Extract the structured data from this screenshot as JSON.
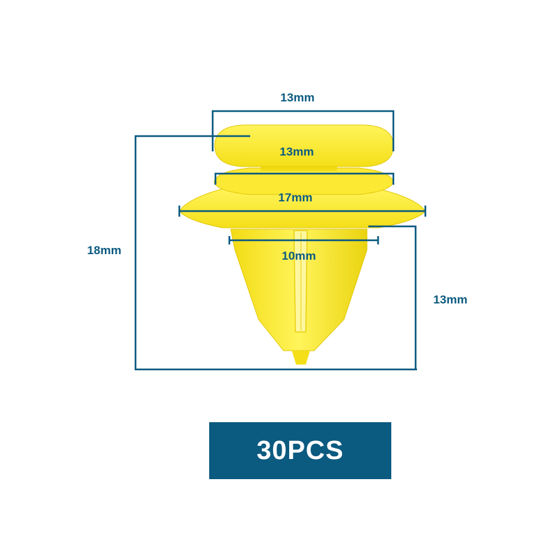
{
  "colors": {
    "accent": "#0b5a80",
    "dimension_line": "#0b5a80",
    "part_light": "#fff34d",
    "part_mid": "#f7e21b",
    "part_dark": "#e3c80c",
    "badge_text": "#ffffff"
  },
  "dimensions": {
    "head_top_width": "13mm",
    "head_bottom_width": "13mm",
    "flange_width": "17mm",
    "stem_width": "10mm",
    "total_height": "18mm",
    "stem_height": "13mm"
  },
  "quantity": {
    "label": "30PCS"
  }
}
